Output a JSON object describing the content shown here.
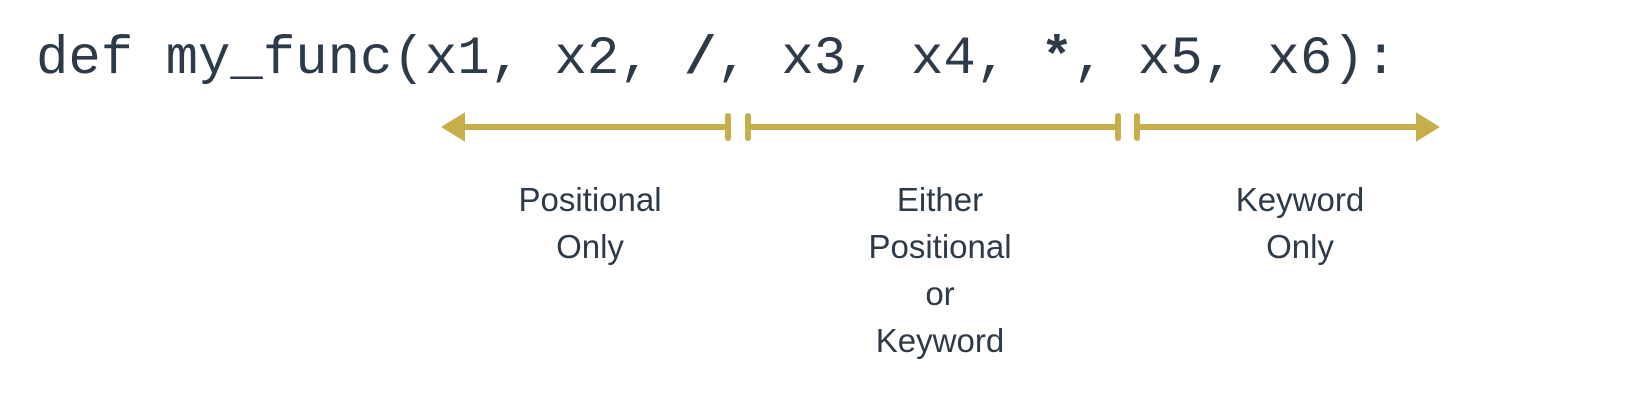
{
  "signature": {
    "prefix": "def my_func(x1, x2, ",
    "slash": "/",
    "middle": ", x3, x4, ",
    "star": "*",
    "suffix": ", x5, x6):"
  },
  "segments": [
    {
      "lines": [
        "Positional",
        "Only"
      ]
    },
    {
      "lines": [
        "Either",
        "Positional",
        "or",
        "Keyword"
      ]
    },
    {
      "lines": [
        "Keyword",
        "Only"
      ]
    }
  ],
  "colors": {
    "text": "#2c3a4a",
    "arrow": "#c6ae4a"
  }
}
